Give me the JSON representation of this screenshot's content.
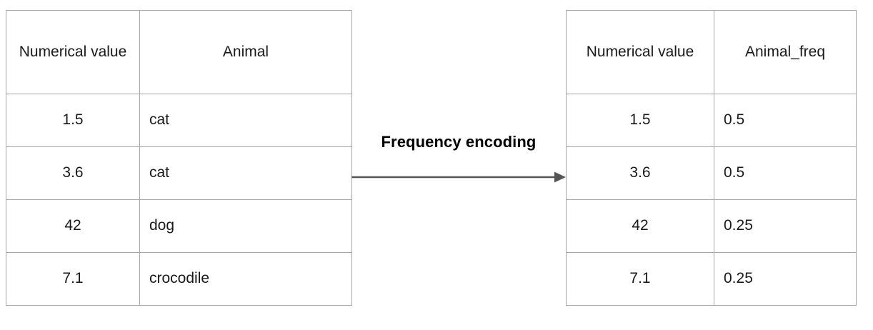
{
  "diagram": {
    "title_label": "Frequency encoding",
    "arrow_icon": "arrow-right-icon",
    "arrow_color": "#555555",
    "border_color": "#a6a6a6",
    "text_color": "#1a1a1a"
  },
  "source_table": {
    "name": "original-table",
    "columns": [
      "Numerical value",
      "Animal"
    ],
    "rows": [
      {
        "value": "1.5",
        "animal": "cat"
      },
      {
        "value": "3.6",
        "animal": "cat"
      },
      {
        "value": "42",
        "animal": "dog"
      },
      {
        "value": "7.1",
        "animal": "crocodile"
      }
    ]
  },
  "encoded_table": {
    "name": "encoded-table",
    "columns": [
      "Numerical value",
      "Animal_freq"
    ],
    "rows": [
      {
        "value": "1.5",
        "freq": "0.5"
      },
      {
        "value": "3.6",
        "freq": "0.5"
      },
      {
        "value": "42",
        "freq": "0.25"
      },
      {
        "value": "7.1",
        "freq": "0.25"
      }
    ]
  }
}
